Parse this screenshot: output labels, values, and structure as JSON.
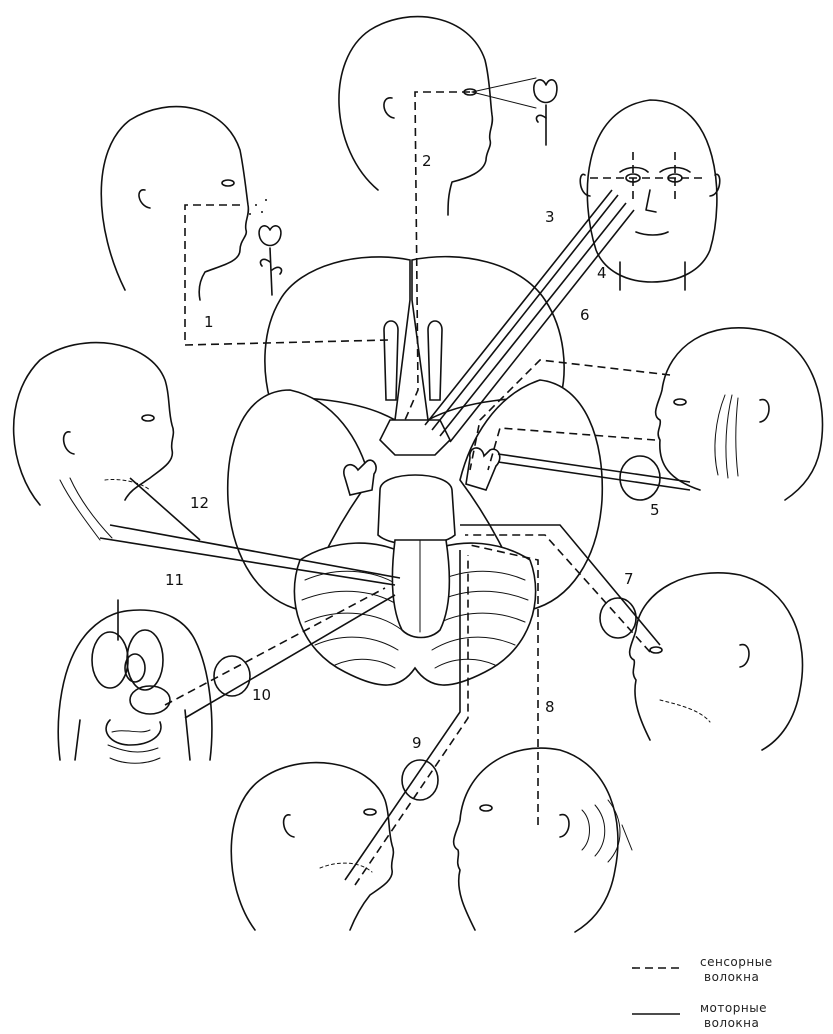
{
  "labels": [
    "1",
    "2",
    "3",
    "4",
    "5",
    "6",
    "7",
    "8",
    "9",
    "10",
    "11",
    "12"
  ],
  "legend": {
    "sensory_line1": "сенсорные",
    "sensory_line2": "волокна",
    "motor_line1": "моторные",
    "motor_line2": "волокна"
  },
  "colors": {
    "ink": "#111111",
    "background": "#ffffff"
  }
}
